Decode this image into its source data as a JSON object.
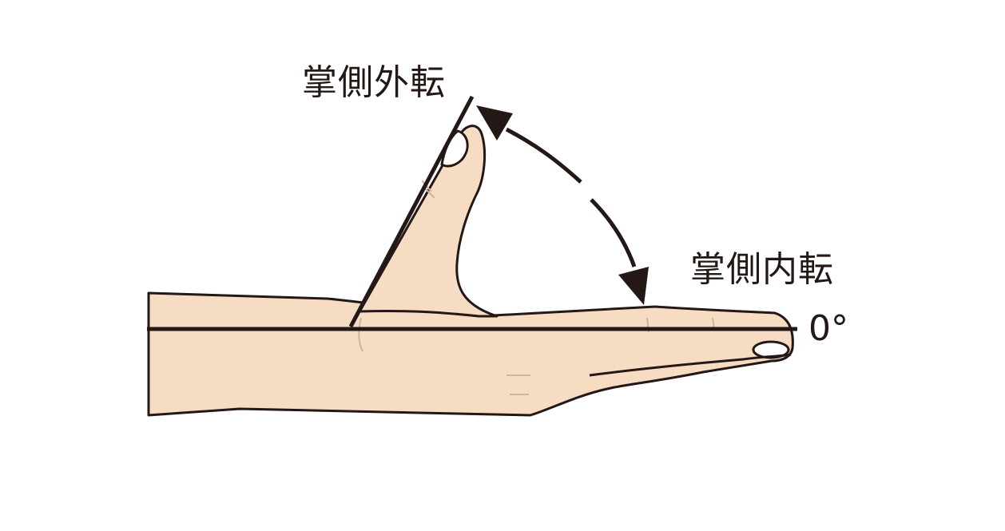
{
  "labels": {
    "palmar_abduction": "掌側外転",
    "palmar_adduction": "掌側内転",
    "zero_degree": "0°"
  },
  "colors": {
    "skin": "#f6dcc2",
    "outline": "#231815",
    "crease": "#cfb39e",
    "background": "#ffffff"
  }
}
